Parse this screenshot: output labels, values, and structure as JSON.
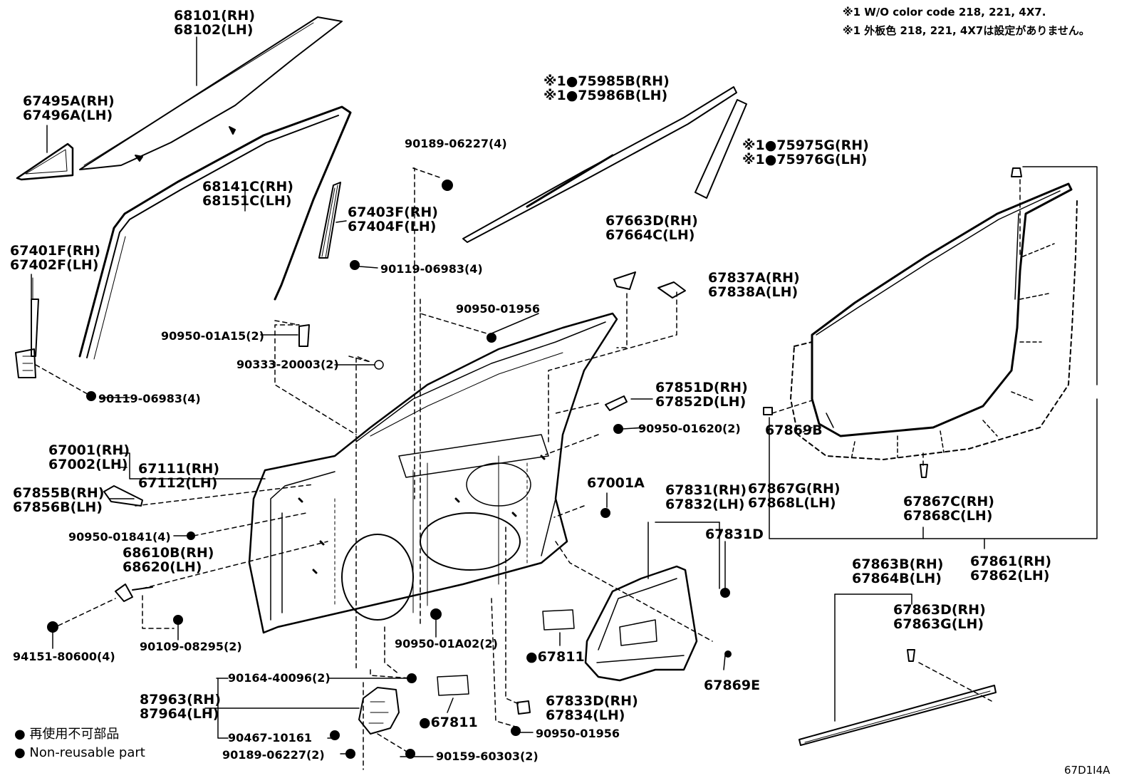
{
  "notes": [
    "※1 W/O color code 218, 221, 4X7.",
    "※1 外板色 218, 221, 4X7は設定がありません。"
  ],
  "labels": {
    "l68101": [
      "68101(RH)",
      "68102(LH)"
    ],
    "l67495": [
      "67495A(RH)",
      "67496A(LH)"
    ],
    "l68141": [
      "68141C(RH)",
      "68151C(LH)"
    ],
    "l67403": [
      "67403F(RH)",
      "67404F(LH)"
    ],
    "l67401": [
      "67401F(RH)",
      "67402F(LH)"
    ],
    "l75985": [
      "※1●75985B(RH)",
      "※1●75986B(LH)"
    ],
    "l75975": [
      "※1●75975G(RH)",
      "※1●75976G(LH)"
    ],
    "l67663": [
      "67663D(RH)",
      "67664C(LH)"
    ],
    "l67837": [
      "67837A(RH)",
      "67838A(LH)"
    ],
    "l67851": [
      "67851D(RH)",
      "67852D(LH)"
    ],
    "l67001": [
      "67001(RH)",
      "67002(LH)"
    ],
    "l67111": [
      "67111(RH)",
      "67112(LH)"
    ],
    "l67855": [
      "67855B(RH)",
      "67856B(LH)"
    ],
    "l68610": [
      "68610B(RH)",
      "68620(LH)"
    ],
    "l67831": [
      "67831(RH)",
      "67832(LH)"
    ],
    "l67867g": [
      "67867G(RH)",
      "67868L(LH)"
    ],
    "l67867c": [
      "67867C(RH)",
      "67868C(LH)"
    ],
    "l67861": [
      "67861(RH)",
      "67862(LH)"
    ],
    "l67863b": [
      "67863B(RH)",
      "67864B(LH)"
    ],
    "l67863d": [
      "67863D(RH)",
      "67863G(LH)"
    ],
    "l87963": [
      "87963(RH)",
      "87964(LH)"
    ],
    "l67833": [
      "67833D(RH)",
      "67834(LH)"
    ],
    "s90189a": "90189-06227(4)",
    "s90119a": "90119-06983(4)",
    "s90950a": "90950-01956",
    "s90950b": "90950-01A15(2)",
    "s90333": "90333-20003(2)",
    "s90119b": "90119-06983(4)",
    "s90950c": "90950-01620(2)",
    "s67001a": "67001A",
    "s90950d": "90950-01841(4)",
    "s94151": "94151-80600(4)",
    "s90109": "90109-08295(2)",
    "s90950e": "90950-01A02(2)",
    "s67811a": "●67811",
    "s67869e": "67869E",
    "s67831d": "67831D",
    "s67869b": "67869B",
    "s90164": "90164-40096(2)",
    "s67811b": "●67811",
    "s90467": "90467-10161",
    "s90189b": "90189-06227(2)",
    "s90159": "90159-60303(2)",
    "s90950f": "90950-01956"
  },
  "legend": {
    "line1": "● 再使用不可部品",
    "line2": "● Non-reusable part"
  },
  "diagram_code": "67D1I4A"
}
